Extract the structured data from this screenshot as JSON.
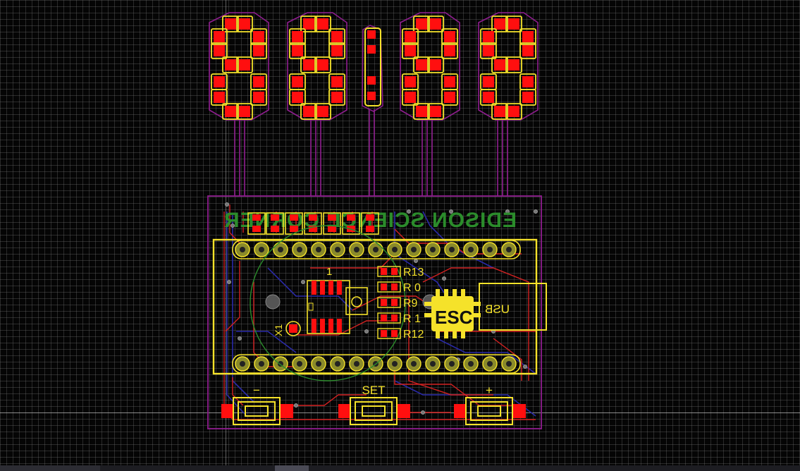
{
  "board": {
    "silk_text_mirrored": "EDISON SCIENCE CORNER",
    "logo_text": "ESC",
    "usb_label": "USB",
    "ic_label": "1",
    "crystal_label": "X1",
    "resistors": [
      "R13",
      "R 0",
      "R9",
      "R 1",
      "R12"
    ],
    "buttons": [
      {
        "label": "−"
      },
      {
        "label": "SET"
      },
      {
        "label": "+"
      }
    ]
  },
  "colors": {
    "outline": "#8f1d8f",
    "silk": "#f5e22a",
    "pad": "#ff0f0f",
    "trace_top": "#d42121",
    "trace_bottom": "#2a2aa8",
    "silk_bottom": "#2b8c2b",
    "grid": "#3a3a3a"
  }
}
